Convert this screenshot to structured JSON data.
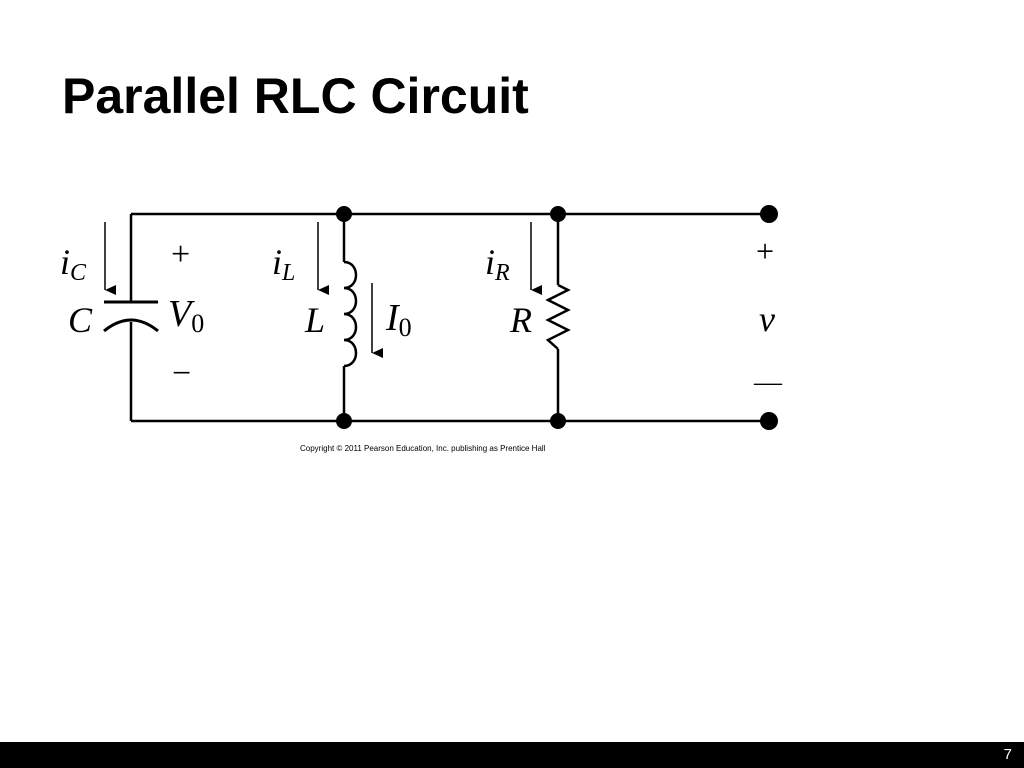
{
  "slide": {
    "title": "Parallel RLC Circuit",
    "page_number": "7"
  },
  "circuit": {
    "capacitor": {
      "current_symbol": "i",
      "current_subscript": "C",
      "label": "C",
      "voltage_symbol": "V",
      "voltage_subscript": "0",
      "plus": "+",
      "minus": "−"
    },
    "inductor": {
      "current_symbol": "i",
      "current_subscript": "L",
      "label": "L",
      "initial_current_symbol": "I",
      "initial_current_subscript": "0"
    },
    "resistor": {
      "current_symbol": "i",
      "current_subscript": "R",
      "label": "R"
    },
    "output": {
      "voltage_label": "v",
      "plus": "+",
      "minus": "—"
    },
    "copyright": "Copyright © 2011 Pearson Education, Inc. publishing as Prentice Hall"
  },
  "colors": {
    "background": "#ffffff",
    "foreground": "#000000",
    "footer_bar": "#000000",
    "footer_text": "#ffffff"
  }
}
